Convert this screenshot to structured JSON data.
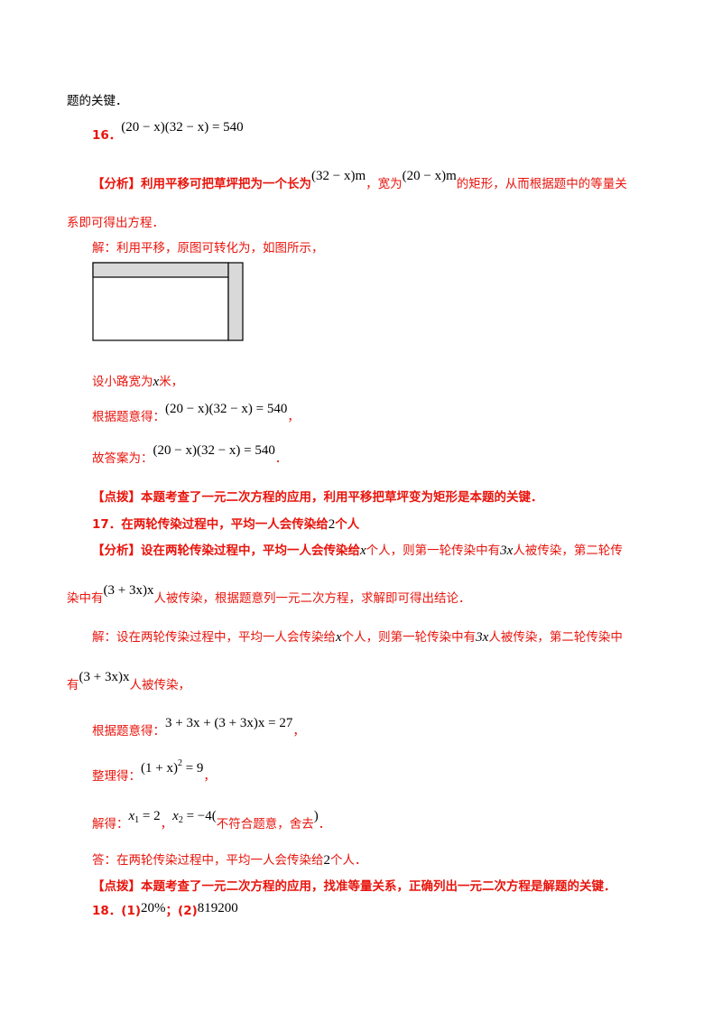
{
  "lines": {
    "l0": "题的关键．",
    "q16_num": "16．",
    "q16_ans": "(20 − x)(32 − x) = 540",
    "q16_fx_a": "【分析】利用平移可把草坪把为一个长为",
    "q16_fx_m1": "(32 − x)m",
    "q16_fx_b": "，宽为",
    "q16_fx_m2": "(20 − x)m",
    "q16_fx_c": "的矩形，从而根据题中的等量关",
    "q16_fx_d": "系即可得出方程．",
    "q16_jie": "解：利用平移，原图可转化为，如图所示，",
    "q16_set_a": "设小路宽为",
    "q16_set_x": "x",
    "q16_set_b": "米，",
    "q16_gen": "根据题意得：",
    "q16_gen_eq": "(20 − x)(32 − x) = 540",
    "comma1": "，",
    "q16_gu": "故答案为：",
    "q16_gu_eq": "(20 − x)(32 − x) = 540",
    "dot1": "．",
    "q16_db": "【点拨】本题考查了一元二次方程的应用，利用平移把草坪变为矩形是本题的关键．",
    "q17_a": "17．在两轮传染过程中，平均一人会传染给",
    "q17_2": "2",
    "q17_b": "个人",
    "q17_fx_a": "【分析】设在两轮传染过程中，平均一人会传染给",
    "q17_fx_x": "x",
    "q17_fx_b": "个人，则第一轮传染中有",
    "q17_fx_3x": "3x",
    "q17_fx_c": "人被传染，第二轮传",
    "q17_fx_d": "染中有",
    "q17_fx_e": "(3 + 3x)x",
    "q17_fx_f": "人被传染，根据题意列一元二次方程，求解即可得出结论．",
    "q17_j_a": "解：设在两轮传染过程中，平均一人会传染给",
    "q17_j_x": "x",
    "q17_j_b": "个人，则第一轮传染中有",
    "q17_j_3x": "3x",
    "q17_j_c": "人被传染，第二轮传染中",
    "q17_j_d": "有",
    "q17_j_e": "(3 + 3x)x",
    "q17_j_f": "人被传染，",
    "q17_gen": "根据题意得：",
    "q17_gen_eq": "3 + 3x + (3 + 3x)x = 27",
    "comma2": "，",
    "q17_zl": "整理得：",
    "q17_zl_eq_a": "(1 + x)",
    "q17_zl_eq_sup": "2",
    "q17_zl_eq_b": " = 9",
    "comma3": "，",
    "q17_jd": "解得：",
    "q17_x1_a": "x",
    "q17_x1_sub": "1",
    "q17_x1_b": " = 2",
    "q17_comma": "，",
    "q17_x2_a": "x",
    "q17_x2_sub": "2",
    "q17_x2_b": " = −4(",
    "q17_x2_c": "不符合题意，舍去",
    "q17_x2_d": ")",
    "dot2": "．",
    "q17_da_a": "答：在两轮传染过程中，平均一人会传染给",
    "q17_da_2": "2",
    "q17_da_b": "个人．",
    "q17_db": "【点拨】本题考查了一元二次方程的应用，找准等量关系，正确列出一元二次方程是解题的关键．",
    "q18_a": "18．(1)",
    "q18_p": "20%",
    "q18_b": "；(2)",
    "q18_n": "819200"
  },
  "colors": {
    "accent_red": "#e8140c",
    "figure_fill": "#d9d9d9"
  }
}
